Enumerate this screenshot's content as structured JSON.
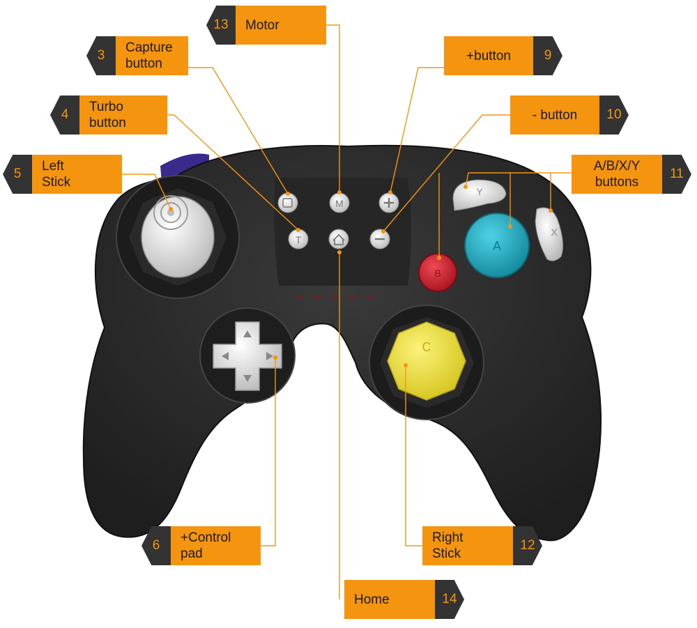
{
  "callouts": {
    "motor": {
      "num": "13",
      "label": "Motor"
    },
    "capture": {
      "num": "3",
      "label": "Capture\nbutton"
    },
    "turbo": {
      "num": "4",
      "label": "Turbo\nbutton"
    },
    "left": {
      "num": "5",
      "label": "Left\nStick"
    },
    "plus": {
      "num": "9",
      "label": "+button"
    },
    "minus": {
      "num": "10",
      "label": "- button"
    },
    "abxy": {
      "num": "11",
      "label": "A/B/X/Y\nbuttons"
    },
    "dpad": {
      "num": "6",
      "label": "+Control\npad"
    },
    "right": {
      "num": "12",
      "label": "Right\nStick"
    },
    "home": {
      "num": "14",
      "label": "Home"
    }
  },
  "controller": {
    "button_letters": {
      "y": "Y",
      "a": "A",
      "x": "X",
      "b": "B",
      "c": "C",
      "m": "M",
      "t": "T",
      "capture": "□"
    }
  },
  "colors": {
    "callout": "#f5950f",
    "callout_tab": "#333333",
    "body": "#2b2b2b",
    "a_button": "#1aa9c0",
    "b_button": "#d81e2c",
    "c_stick": "#f2e23a",
    "purple_accent": "#3a2a8c"
  }
}
